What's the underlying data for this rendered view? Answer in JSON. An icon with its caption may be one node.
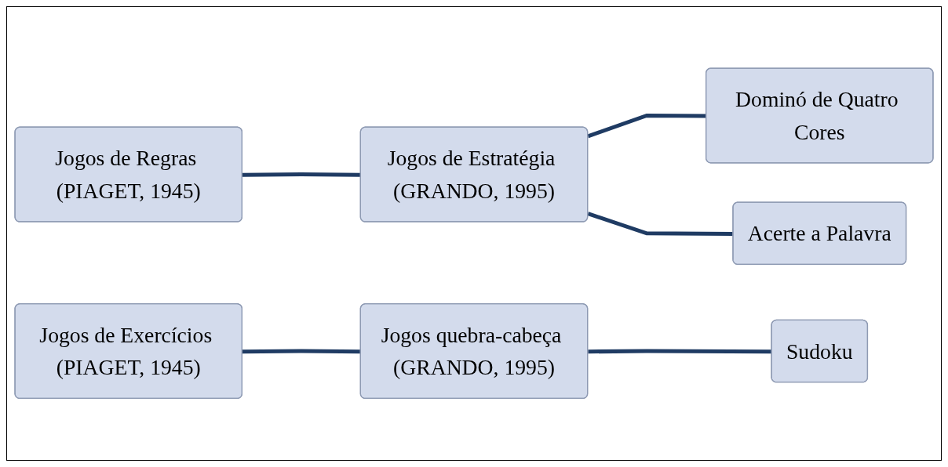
{
  "diagram": {
    "nodes": [
      {
        "text": [
          "Jogos de Regras (PIAGET, 1945)"
        ]
      },
      {
        "text": [
          "Jogos de Estratégia (GRANDO, 1995)"
        ]
      },
      {
        "text": [
          "Dominó de Quatro Cores"
        ]
      },
      {
        "text": [
          "Acerte a Palavra"
        ]
      },
      {
        "text": [
          "Jogos de Exercícios (PIAGET, 1945)"
        ]
      },
      {
        "text": [
          "Jogos quebra-cabeça (GRANDO, 1995)"
        ]
      },
      {
        "text": [
          "Sudoku"
        ]
      }
    ],
    "edges": [
      {
        "from": 0,
        "to": 1,
        "arrow": "none"
      },
      {
        "from": 1,
        "to": 2,
        "arrow": "none"
      },
      {
        "from": 1,
        "to": 3,
        "arrow": "none"
      },
      {
        "from": 4,
        "to": 5,
        "arrow": "none"
      },
      {
        "from": 5,
        "to": 6,
        "arrow": "none"
      }
    ]
  }
}
